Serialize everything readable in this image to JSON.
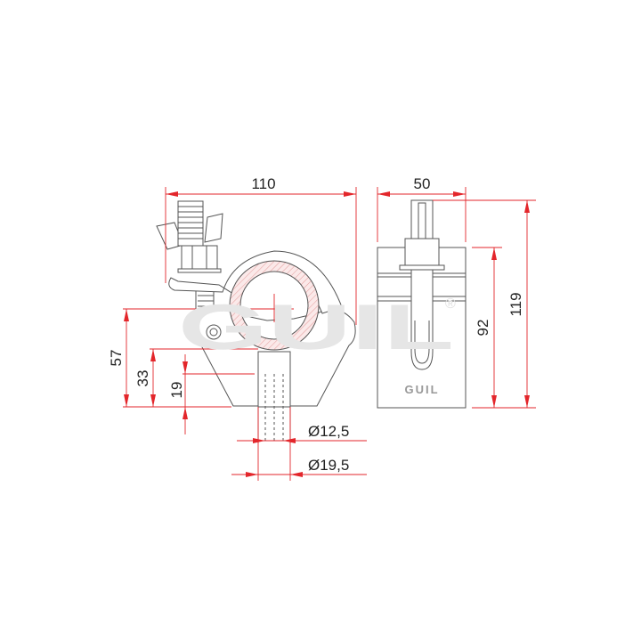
{
  "drawing": {
    "brand_watermark": "GUIL",
    "registered_mark": "®",
    "body_logo": "GUIL",
    "colors": {
      "dimension": "#e3262b",
      "outline": "#555555",
      "watermark": "#e6e6e6",
      "section_hatch": "#e8a0a0"
    },
    "front_view": {
      "width_label": "110",
      "height_57_label": "57",
      "height_33_label": "33",
      "height_19_label": "19",
      "inner_diameter_label": "Ø12,5",
      "outer_diameter_label": "Ø19,5"
    },
    "side_view": {
      "width_label": "50",
      "body_height_label": "92",
      "total_height_label": "119"
    }
  }
}
